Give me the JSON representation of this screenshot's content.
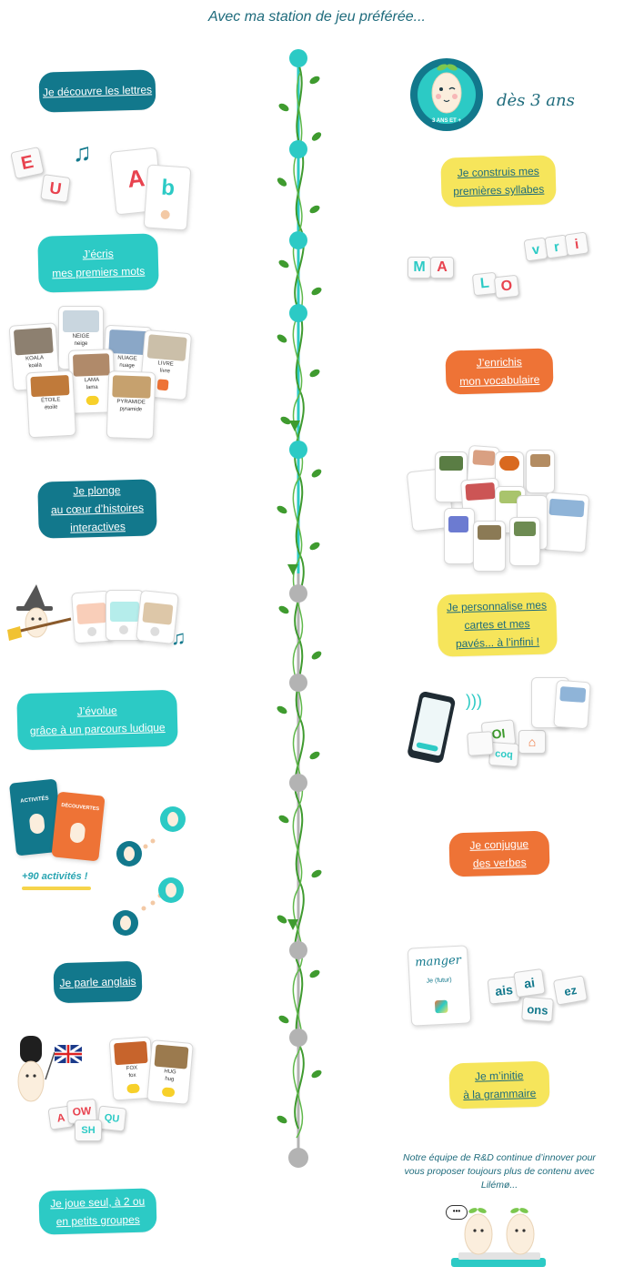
{
  "header": {
    "title": "Avec ma station de jeu préférée..."
  },
  "age": {
    "badge_text": "3 ANS ET +",
    "label": "dès 3 ans"
  },
  "left_items": [
    {
      "lines": [
        "Je découvre les lettres"
      ]
    },
    {
      "lines": [
        "J’écris",
        "mes premiers mots"
      ]
    },
    {
      "lines": [
        "Je plonge",
        "au cœur d’histoires",
        "interactives"
      ]
    },
    {
      "lines": [
        "J’évolue",
        "grâce à un parcours ludique"
      ]
    },
    {
      "lines": [
        "Je parle anglais"
      ]
    },
    {
      "lines": [
        "Je joue seul, à 2 ou",
        "en petits groupes"
      ]
    }
  ],
  "right_items": [
    {
      "lines": [
        "Je construis mes",
        "premières syllabes"
      ]
    },
    {
      "lines": [
        "J’enrichis",
        "mon vocabulaire"
      ]
    },
    {
      "lines": [
        "Je personnalise mes",
        "cartes et mes",
        "pavés... à l’infini !"
      ]
    },
    {
      "lines": [
        "Je conjugue",
        "des verbes"
      ]
    },
    {
      "lines": [
        "Je m’initie",
        "à la grammaire"
      ]
    }
  ],
  "letters_tiles": {
    "e": "E",
    "u": "U",
    "card_a": "A",
    "card_b": "b"
  },
  "syllable_tiles": {
    "m": "M",
    "a": "A",
    "l": "L",
    "o": "O",
    "v": "v",
    "r": "r",
    "i": "i"
  },
  "word_cards": [
    {
      "word": "KOALA",
      "script": "koala"
    },
    {
      "word": "NEIGE",
      "script": "neige"
    },
    {
      "word": "NUAGE",
      "script": "nuage"
    },
    {
      "word": "LIVRE",
      "script": "livre"
    },
    {
      "word": "LAMA",
      "script": "lama"
    },
    {
      "word": "ÉTOILE",
      "script": "étoile"
    },
    {
      "word": "PYRAMIDE",
      "script": "pyramide"
    }
  ],
  "activities": {
    "card1": "ACTIVITÉS",
    "card2": "DÉCOUVERTES",
    "count": "+90 activités !"
  },
  "phone_tiles": {
    "oi": "OI",
    "coq": "coq"
  },
  "conjugation": {
    "verb": "manger",
    "tense": "Je (futur)",
    "tiles": [
      "ais",
      "ai",
      "ons",
      "ez"
    ]
  },
  "english": {
    "cards": [
      {
        "word": "FOX",
        "script": "fox"
      },
      {
        "word": "HUG",
        "script": "hug"
      }
    ],
    "tiles": [
      "A",
      "OW",
      "QU",
      "SH"
    ]
  },
  "footer_note": "Notre équipe de R&D continue d’innover pour vous proposer toujours plus de contenu avec Lilémø...",
  "speech_bubble": "•••",
  "colors": {
    "teal_dark": "#12788c",
    "teal": "#2ccac5",
    "yellow": "#f6e55b",
    "orange": "#ee7336",
    "vine_green": "#3f9b2f",
    "progress_line": "#2ccac5",
    "inactive_line": "#b0b0b0"
  }
}
